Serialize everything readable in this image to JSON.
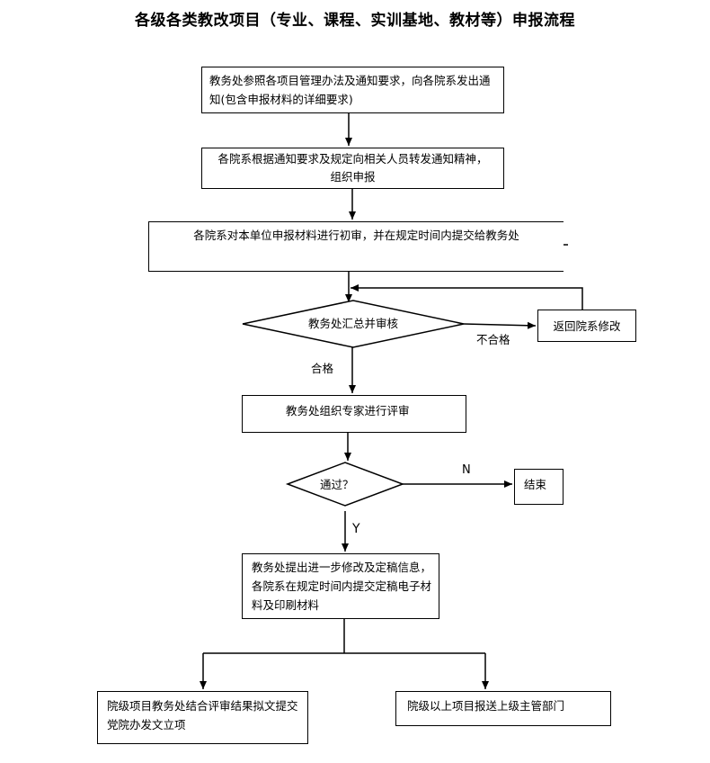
{
  "title": "各级各类教改项目（专业、课程、实训基地、教材等）申报流程",
  "steps": {
    "notify": "教务处参照各项目管理办法及通知要求，向各院系发出通知(包含申报材料的详细要求)",
    "forward": "各院系根据通知要求及规定向相关人员转发通知精神，组织申报",
    "preliminary": "各院系对本单位申报材料进行初审，并在规定时间内提交给教务处",
    "review_decision": "教务处汇总并审核",
    "return": "返回院系修改",
    "expert": "教务处组织专家进行评审",
    "pass_decision": "通过？",
    "end": "结束",
    "finalize": "教务处提出进一步修改及定稿信息，各院系在规定时间内提交定稿电子材料及印刷材料",
    "college_level": "院级项目教务处结合评审结果拟文提交党院办发文立项",
    "above_college": "院级以上项目报送上级主管部门"
  },
  "labels": {
    "fail": "不合格",
    "pass": "合格",
    "no": "N",
    "yes": "Y"
  }
}
